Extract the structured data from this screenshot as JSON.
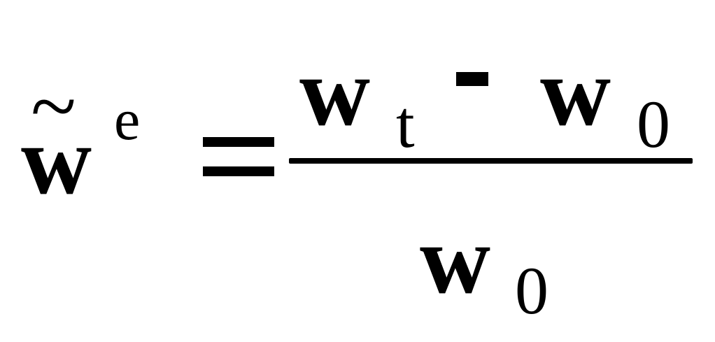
{
  "equation": {
    "lhs": {
      "base": "w",
      "accent": "~",
      "superscript": "e"
    },
    "relation": "=",
    "numerator": {
      "term1_base": "w",
      "term1_subscript": "t",
      "operator": "-",
      "term2_base": "w",
      "term2_subscript": "0"
    },
    "denominator": {
      "base": "w",
      "subscript": "0"
    }
  }
}
